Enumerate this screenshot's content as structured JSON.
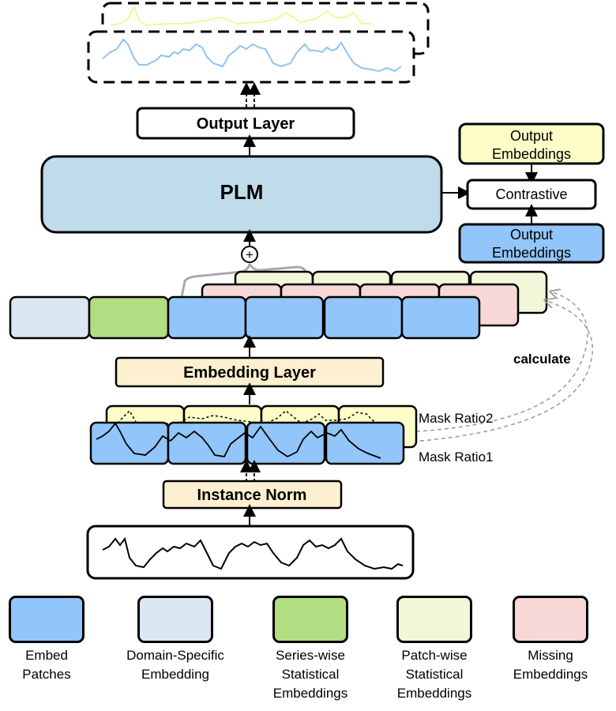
{
  "labels": {
    "output_layer": "Output Layer",
    "plm": "PLM",
    "output_embeddings_top": [
      "Output",
      "Embeddings"
    ],
    "contrastive": "Contrastive",
    "output_embeddings_bottom": [
      "Output",
      "Embeddings"
    ],
    "calculate": "calculate",
    "embedding_layer": "Embedding Layer",
    "mask_ratio2": "Mask Ratio2",
    "mask_ratio1": "Mask Ratio1",
    "instance_norm": "Instance Norm",
    "plus": "+"
  },
  "colors": {
    "embed_patch": "#92c5f9",
    "domain": "#dae6f2",
    "series_stat": "#b2dd82",
    "patch_stat": "#f1f7d8",
    "missing": "#f8d7d7",
    "plm": "#c0dbe9",
    "layer": "#fdf0d0",
    "output_yellow": "#fdfdc8",
    "series_blue": "#90c4ee",
    "series_yellow": "#f3f59d"
  },
  "legend": [
    {
      "name": "embed-patches",
      "color": "#92c5f9",
      "lines": [
        "Embed",
        "Patches"
      ]
    },
    {
      "name": "domain-specific-embedding",
      "color": "#dae6f2",
      "lines": [
        "Domain-Specific",
        "Embedding"
      ]
    },
    {
      "name": "series-wise-statistical-embeddings",
      "color": "#b2dd82",
      "lines": [
        "Series-wise",
        "Statistical",
        "Embeddings"
      ]
    },
    {
      "name": "patch-wise-statistical-embeddings",
      "color": "#f1f7d8",
      "lines": [
        "Patch-wise",
        "Statistical",
        "Embeddings"
      ]
    },
    {
      "name": "missing-embeddings",
      "color": "#f8d7d7",
      "lines": [
        "Missing",
        "Embeddings"
      ]
    }
  ]
}
